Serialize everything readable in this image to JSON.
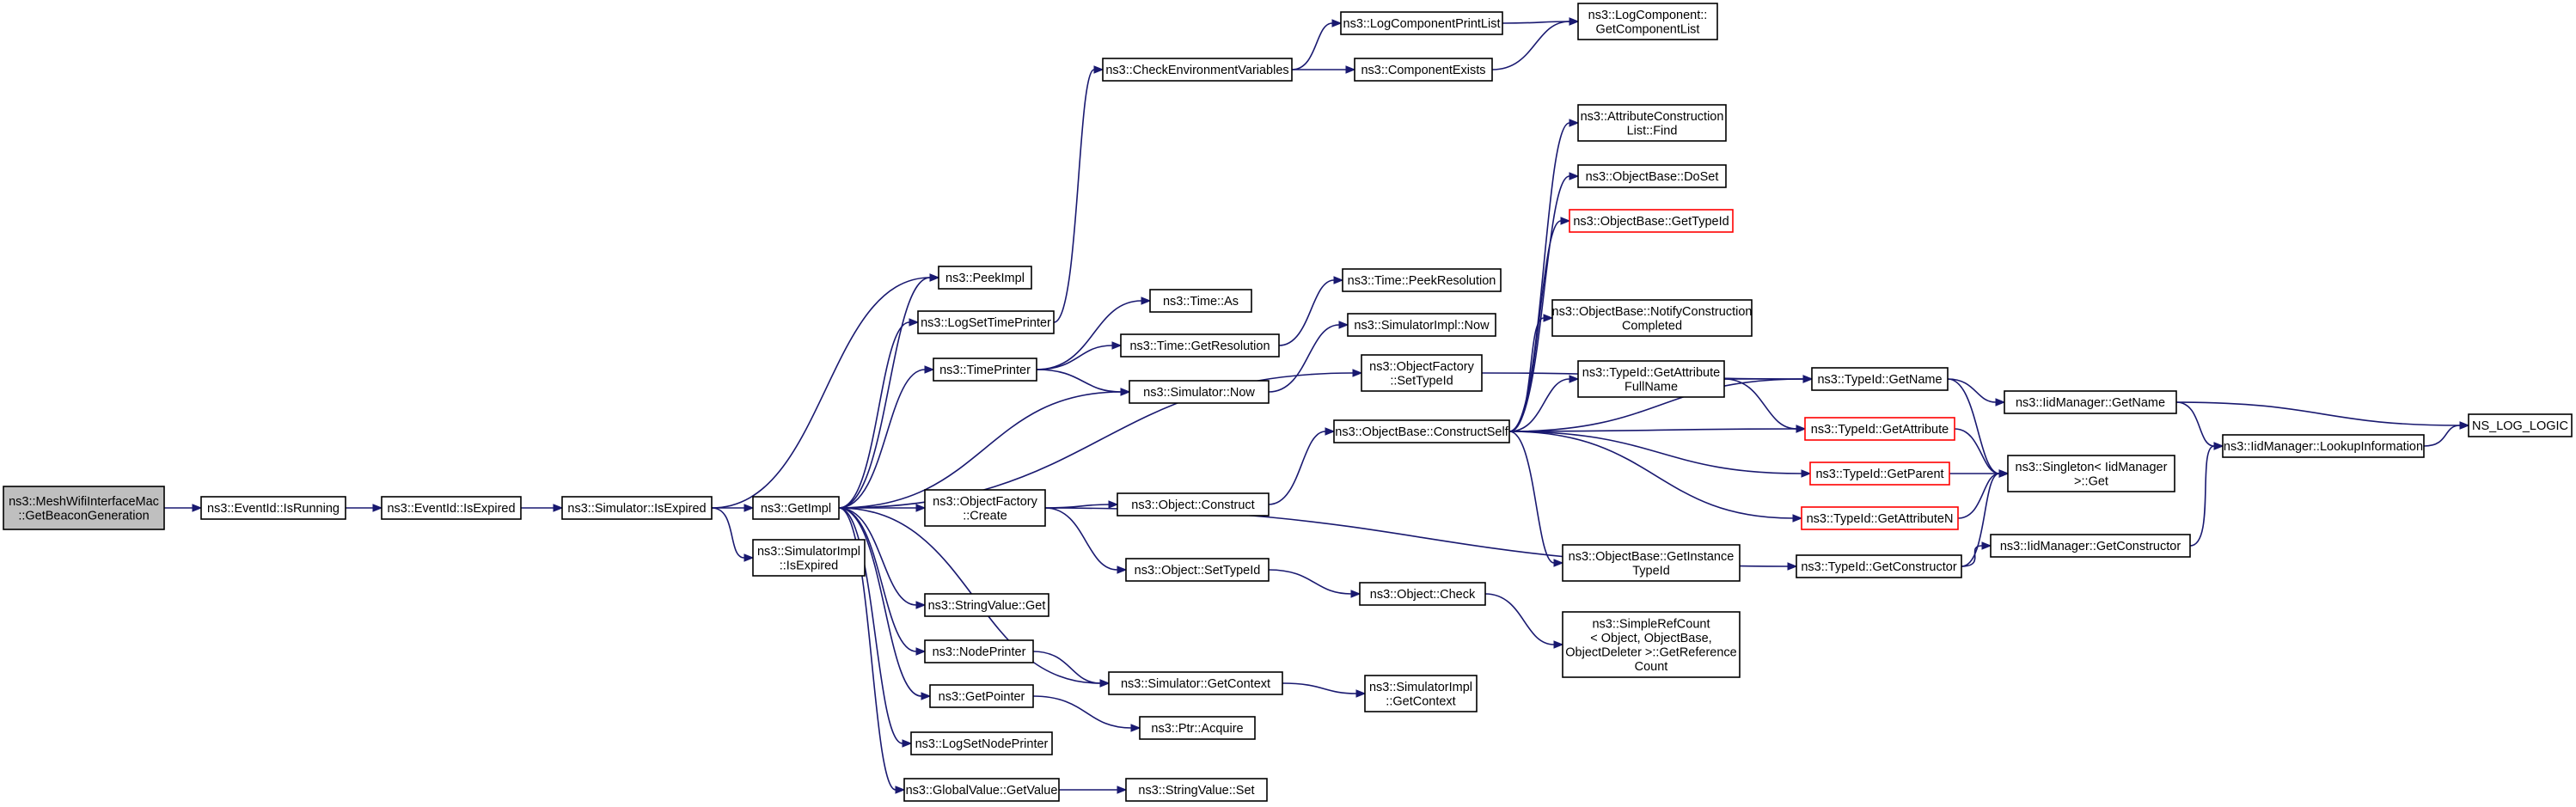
{
  "title": "",
  "nodes": {
    "root": {
      "lines": [
        "ns3::MeshWifiInterfaceMac",
        "::GetBeaconGeneration"
      ]
    },
    "eventIsRunning": {
      "lines": [
        "ns3::EventId::IsRunning"
      ]
    },
    "eventIsExpired": {
      "lines": [
        "ns3::EventId::IsExpired"
      ]
    },
    "simIsExpired": {
      "lines": [
        "ns3::Simulator::IsExpired"
      ]
    },
    "getImpl": {
      "lines": [
        "ns3::GetImpl"
      ]
    },
    "simImplIsExpired": {
      "lines": [
        "ns3::SimulatorImpl",
        "::IsExpired"
      ]
    },
    "peekImpl": {
      "lines": [
        "ns3::PeekImpl"
      ]
    },
    "logSetTimePrinter": {
      "lines": [
        "ns3::LogSetTimePrinter"
      ]
    },
    "timePrinter": {
      "lines": [
        "ns3::TimePrinter"
      ]
    },
    "objFactoryCreate": {
      "lines": [
        "ns3::ObjectFactory",
        "::Create"
      ]
    },
    "stringValueGet": {
      "lines": [
        "ns3::StringValue::Get"
      ]
    },
    "nodePrinter": {
      "lines": [
        "ns3::NodePrinter"
      ]
    },
    "getPointer": {
      "lines": [
        "ns3::GetPointer"
      ]
    },
    "logSetNodePrinter": {
      "lines": [
        "ns3::LogSetNodePrinter"
      ]
    },
    "globalValueGetValue": {
      "lines": [
        "ns3::GlobalValue::GetValue"
      ]
    },
    "checkEnvVars": {
      "lines": [
        "ns3::CheckEnvironmentVariables"
      ]
    },
    "timeAs": {
      "lines": [
        "ns3::Time::As"
      ]
    },
    "timeGetResolution": {
      "lines": [
        "ns3::Time::GetResolution"
      ]
    },
    "simulatorNow": {
      "lines": [
        "ns3::Simulator::Now"
      ]
    },
    "objectConstruct": {
      "lines": [
        "ns3::Object::Construct"
      ]
    },
    "objectSetTypeId": {
      "lines": [
        "ns3::Object::SetTypeId"
      ]
    },
    "simGetContext": {
      "lines": [
        "ns3::Simulator::GetContext"
      ]
    },
    "ptrAcquire": {
      "lines": [
        "ns3::Ptr::Acquire"
      ]
    },
    "stringValueSet": {
      "lines": [
        "ns3::StringValue::Set"
      ]
    },
    "logCompPrintList": {
      "lines": [
        "ns3::LogComponentPrintList"
      ]
    },
    "componentExists": {
      "lines": [
        "ns3::ComponentExists"
      ]
    },
    "logCompGetList": {
      "lines": [
        "ns3::LogComponent::",
        "GetComponentList"
      ]
    },
    "timePeekResolution": {
      "lines": [
        "ns3::Time::PeekResolution"
      ]
    },
    "simImplNow": {
      "lines": [
        "ns3::SimulatorImpl::Now"
      ]
    },
    "objFactorySetTypeId": {
      "lines": [
        "ns3::ObjectFactory",
        "::SetTypeId"
      ]
    },
    "objBaseConstructSelf": {
      "lines": [
        "ns3::ObjectBase::ConstructSelf"
      ]
    },
    "objectCheck": {
      "lines": [
        "ns3::Object::Check"
      ]
    },
    "simImplGetContext": {
      "lines": [
        "ns3::SimulatorImpl",
        "::GetContext"
      ]
    },
    "attrConstrListFind": {
      "lines": [
        "ns3::AttributeConstruction",
        "List::Find"
      ]
    },
    "objBaseDoSet": {
      "lines": [
        "ns3::ObjectBase::DoSet"
      ]
    },
    "objBaseGetTypeId": {
      "lines": [
        "ns3::ObjectBase::GetTypeId"
      ]
    },
    "objBaseNotify": {
      "lines": [
        "ns3::ObjectBase::NotifyConstruction",
        "Completed"
      ]
    },
    "typeIdGetAttrFullName": {
      "lines": [
        "ns3::TypeId::GetAttribute",
        "FullName"
      ]
    },
    "objBaseGetInstanceTypeId": {
      "lines": [
        "ns3::ObjectBase::GetInstance",
        "TypeId"
      ]
    },
    "simpleRefCount": {
      "lines": [
        "ns3::SimpleRefCount",
        "< Object, ObjectBase,",
        "ObjectDeleter >::GetReference",
        "Count"
      ]
    },
    "typeIdGetName": {
      "lines": [
        "ns3::TypeId::GetName"
      ]
    },
    "typeIdGetAttribute": {
      "lines": [
        "ns3::TypeId::GetAttribute"
      ]
    },
    "typeIdGetParent": {
      "lines": [
        "ns3::TypeId::GetParent"
      ]
    },
    "typeIdGetAttributeN": {
      "lines": [
        "ns3::TypeId::GetAttributeN"
      ]
    },
    "typeIdGetConstructor": {
      "lines": [
        "ns3::TypeId::GetConstructor"
      ]
    },
    "singletonGet": {
      "lines": [
        "ns3::Singleton< IidManager",
        ">::Get"
      ]
    },
    "iidGetName": {
      "lines": [
        "ns3::IidManager::GetName"
      ]
    },
    "iidLookupInfo": {
      "lines": [
        "ns3::IidManager::LookupInformation"
      ]
    },
    "iidGetConstructor": {
      "lines": [
        "ns3::IidManager::GetConstructor"
      ]
    },
    "nsLogLogic": {
      "lines": [
        "NS_LOG_LOGIC"
      ]
    }
  },
  "edges": [
    [
      "root",
      "eventIsRunning"
    ],
    [
      "eventIsRunning",
      "eventIsExpired"
    ],
    [
      "eventIsExpired",
      "simIsExpired"
    ],
    [
      "simIsExpired",
      "getImpl"
    ],
    [
      "simIsExpired",
      "simImplIsExpired"
    ],
    [
      "simIsExpired",
      "peekImpl"
    ],
    [
      "getImpl",
      "peekImpl"
    ],
    [
      "getImpl",
      "logSetTimePrinter"
    ],
    [
      "getImpl",
      "timePrinter"
    ],
    [
      "getImpl",
      "objFactoryCreate"
    ],
    [
      "getImpl",
      "stringValueGet"
    ],
    [
      "getImpl",
      "nodePrinter"
    ],
    [
      "getImpl",
      "getPointer"
    ],
    [
      "getImpl",
      "logSetNodePrinter"
    ],
    [
      "getImpl",
      "globalValueGetValue"
    ],
    [
      "getImpl",
      "objFactorySetTypeId"
    ],
    [
      "getImpl",
      "simGetContext"
    ],
    [
      "getImpl",
      "simulatorNow"
    ],
    [
      "logSetTimePrinter",
      "checkEnvVars"
    ],
    [
      "checkEnvVars",
      "logCompPrintList"
    ],
    [
      "checkEnvVars",
      "componentExists"
    ],
    [
      "logCompPrintList",
      "logCompGetList"
    ],
    [
      "componentExists",
      "logCompGetList"
    ],
    [
      "timePrinter",
      "timeAs"
    ],
    [
      "timePrinter",
      "timeGetResolution"
    ],
    [
      "timePrinter",
      "simulatorNow"
    ],
    [
      "timeGetResolution",
      "timePeekResolution"
    ],
    [
      "simulatorNow",
      "simImplNow"
    ],
    [
      "objFactoryCreate",
      "objectConstruct"
    ],
    [
      "objFactoryCreate",
      "objectSetTypeId"
    ],
    [
      "objFactoryCreate",
      "typeIdGetConstructor"
    ],
    [
      "objectConstruct",
      "objBaseConstructSelf"
    ],
    [
      "objectSetTypeId",
      "objectCheck"
    ],
    [
      "objectCheck",
      "simpleRefCount"
    ],
    [
      "nodePrinter",
      "simGetContext"
    ],
    [
      "simGetContext",
      "simImplGetContext"
    ],
    [
      "getPointer",
      "ptrAcquire"
    ],
    [
      "globalValueGetValue",
      "stringValueSet"
    ],
    [
      "objFactorySetTypeId",
      "typeIdGetName"
    ],
    [
      "objBaseConstructSelf",
      "attrConstrListFind"
    ],
    [
      "objBaseConstructSelf",
      "objBaseDoSet"
    ],
    [
      "objBaseConstructSelf",
      "objBaseGetTypeId"
    ],
    [
      "objBaseConstructSelf",
      "objBaseNotify"
    ],
    [
      "objBaseConstructSelf",
      "typeIdGetAttrFullName"
    ],
    [
      "objBaseConstructSelf",
      "objBaseGetInstanceTypeId"
    ],
    [
      "objBaseConstructSelf",
      "typeIdGetName"
    ],
    [
      "objBaseConstructSelf",
      "typeIdGetAttribute"
    ],
    [
      "objBaseConstructSelf",
      "typeIdGetParent"
    ],
    [
      "objBaseConstructSelf",
      "typeIdGetAttributeN"
    ],
    [
      "typeIdGetAttrFullName",
      "typeIdGetName"
    ],
    [
      "typeIdGetAttrFullName",
      "typeIdGetAttribute"
    ],
    [
      "typeIdGetName",
      "iidGetName"
    ],
    [
      "typeIdGetName",
      "singletonGet"
    ],
    [
      "typeIdGetAttribute",
      "singletonGet"
    ],
    [
      "typeIdGetParent",
      "singletonGet"
    ],
    [
      "typeIdGetAttributeN",
      "singletonGet"
    ],
    [
      "typeIdGetConstructor",
      "singletonGet"
    ],
    [
      "typeIdGetConstructor",
      "iidGetConstructor"
    ],
    [
      "iidGetName",
      "nsLogLogic"
    ],
    [
      "iidGetName",
      "iidLookupInfo"
    ],
    [
      "iidLookupInfo",
      "nsLogLogic"
    ],
    [
      "iidGetConstructor",
      "iidLookupInfo"
    ]
  ]
}
